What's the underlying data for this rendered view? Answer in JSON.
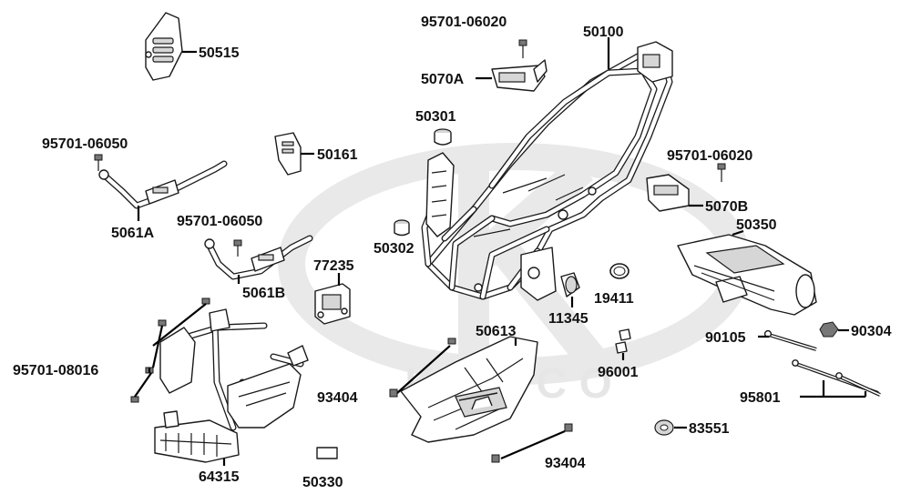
{
  "diagram": {
    "watermark": "KYMCO",
    "colors": {
      "line": "#1a1a1a",
      "label": "#111111",
      "watermark": "#e9e9e9",
      "background": "#ffffff"
    },
    "labels": {
      "p95701_06020_top": "95701-06020",
      "p50100": "50100",
      "p50515": "50515",
      "p5070A": "5070A",
      "p50301": "50301",
      "p95701_06050_a": "95701-06050",
      "p50161": "50161",
      "p95701_06020_right": "95701-06020",
      "p5061A": "5061A",
      "p5070B": "5070B",
      "p95701_06050_b": "95701-06050",
      "p50350": "50350",
      "p50302": "50302",
      "p77235": "77235",
      "p5061B": "5061B",
      "p19411": "19411",
      "p11345": "11345",
      "p50613": "50613",
      "p90105": "90105",
      "p90304": "90304",
      "p95701_08016": "95701-08016",
      "p96001": "96001",
      "p93404_a": "93404",
      "p95801": "95801",
      "p83551": "83551",
      "p93404_b": "93404",
      "p64315": "64315",
      "p50330": "50330"
    }
  }
}
